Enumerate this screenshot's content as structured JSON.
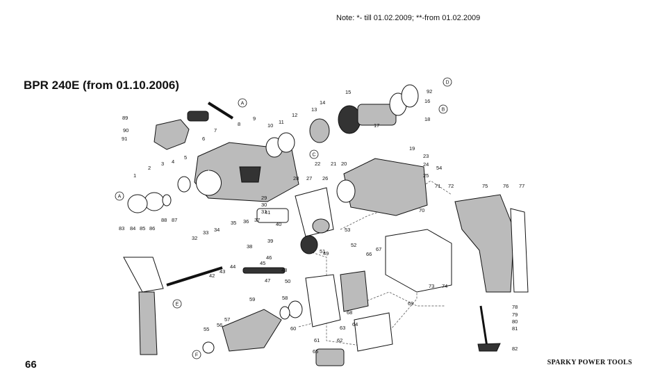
{
  "note": "Note: *- till 01.02.2009; **-from 01.02.2009",
  "title": "BPR 240E (from 01.10.2006)",
  "page_number": "66",
  "footer": "SPARKY POWER TOOLS",
  "callouts": [
    "A",
    "B",
    "C",
    "D",
    "E",
    "F"
  ],
  "part_numbers": [
    "1",
    "2",
    "3",
    "4",
    "5",
    "6",
    "7",
    "8",
    "9",
    "10",
    "11",
    "12",
    "13",
    "14",
    "15",
    "16",
    "17",
    "18",
    "19",
    "20",
    "21",
    "22",
    "23",
    "24",
    "25",
    "26",
    "27",
    "28",
    "29",
    "30",
    "31",
    "32",
    "33",
    "34",
    "35",
    "36",
    "37",
    "38",
    "39",
    "40",
    "41",
    "42",
    "43",
    "44",
    "45",
    "46",
    "47",
    "48",
    "49",
    "50",
    "51",
    "52",
    "53",
    "54",
    "55",
    "56",
    "57",
    "58",
    "59",
    "60",
    "61",
    "62",
    "63",
    "64",
    "65",
    "66",
    "67",
    "68",
    "69",
    "70",
    "71",
    "72",
    "73",
    "74",
    "75",
    "76",
    "77",
    "78",
    "79",
    "80",
    "81",
    "82",
    "83",
    "84",
    "85",
    "86",
    "87",
    "88",
    "89",
    "90",
    "91",
    "92"
  ]
}
